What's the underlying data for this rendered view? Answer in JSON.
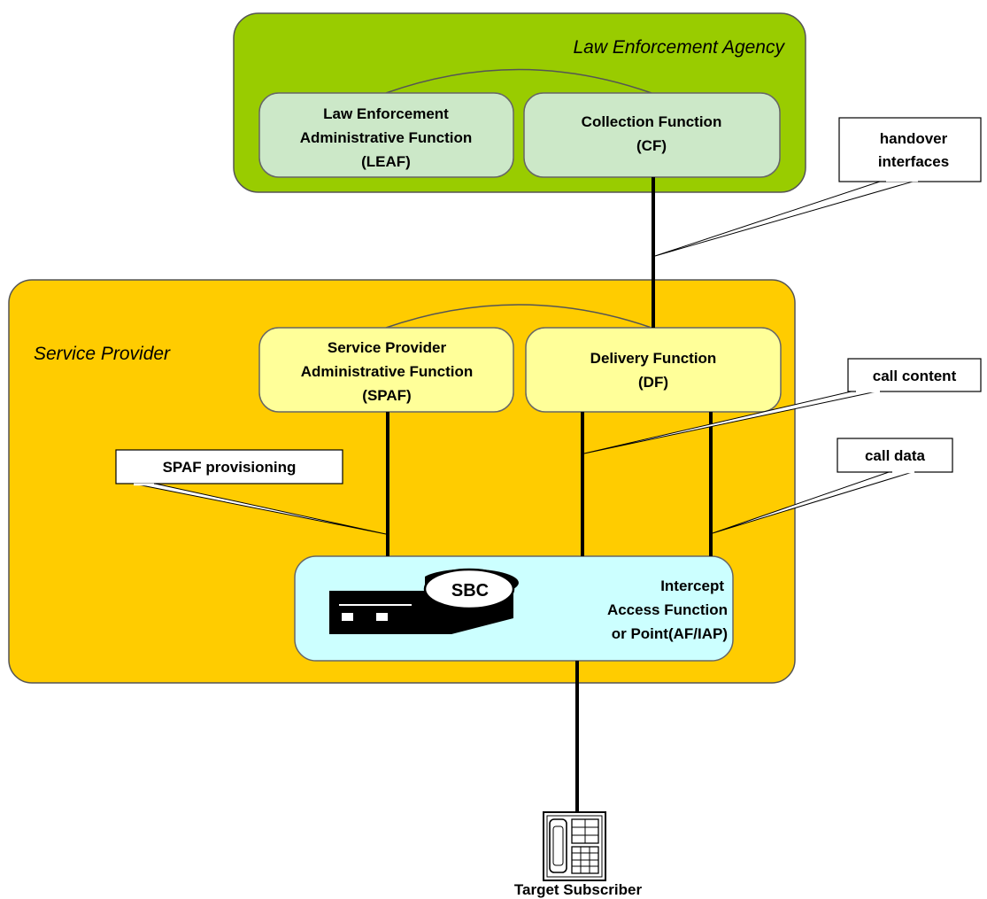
{
  "regions": {
    "agency": {
      "label": "Law Enforcement Agency",
      "color": "#99cc00"
    },
    "provider": {
      "label": "Service Provider",
      "color": "#ffcc00"
    }
  },
  "boxes": {
    "leaf": {
      "lines": [
        "Law Enforcement",
        "Administrative Function",
        "(LEAF)"
      ],
      "color": "#cce8c8"
    },
    "cf": {
      "lines": [
        "Collection Function",
        "(CF)"
      ],
      "color": "#cce8c8"
    },
    "spaf": {
      "lines": [
        "Service Provider",
        "Administrative Function",
        "(SPAF)"
      ],
      "color": "#ffff99"
    },
    "df": {
      "lines": [
        "Delivery Function",
        "(DF)"
      ],
      "color": "#ffff99"
    },
    "iap": {
      "lines": [
        "Intercept",
        "Access Function",
        "or Point(AF/IAP)"
      ],
      "color": "#ccffff"
    }
  },
  "callouts": {
    "handover": [
      "handover",
      "interfaces"
    ],
    "call_content": [
      "call content"
    ],
    "call_data": [
      "call data"
    ],
    "spaf_provisioning": [
      "SPAF provisioning"
    ]
  },
  "device": {
    "badge": "SBC",
    "icon": "sbc-device-icon"
  },
  "subscriber": {
    "label": "Target Subscriber",
    "icon": "telephone-icon"
  }
}
